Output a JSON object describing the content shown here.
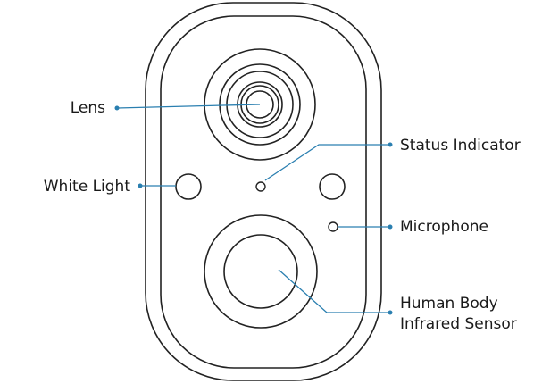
{
  "labels": {
    "lens": "Lens",
    "white_light": "White Light",
    "status_indicator": "Status Indicator",
    "microphone": "Microphone",
    "human_body_line1": "Human Body",
    "human_body_line2": "Infrared Sensor"
  },
  "colors": {
    "outline": "#222222",
    "leader": "#2a7fb0",
    "background": "#ffffff"
  }
}
